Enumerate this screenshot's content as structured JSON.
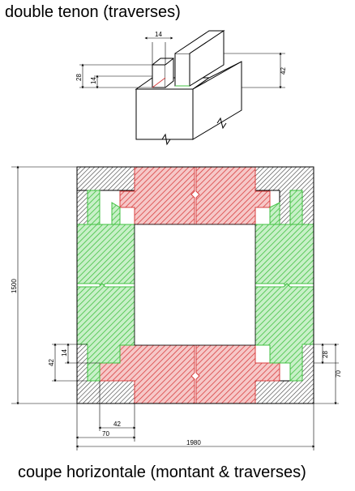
{
  "title": "double tenon (traverses)",
  "caption": "coupe horizontale (montant & traverses)",
  "top_dimensions": {
    "tenon_width": "14",
    "tenon_height": "28",
    "shoulder": "14",
    "height": "42"
  },
  "section_dimensions": {
    "total_height": "1500",
    "total_width": "1980",
    "stile_width": "70",
    "tenon_width": "42",
    "inner_depth": "14",
    "left_depth": "42",
    "right_28": "28",
    "right_70": "70"
  },
  "colors": {
    "rail": "#d84040",
    "stile": "#40c040",
    "frame": "#3a3a3a"
  }
}
